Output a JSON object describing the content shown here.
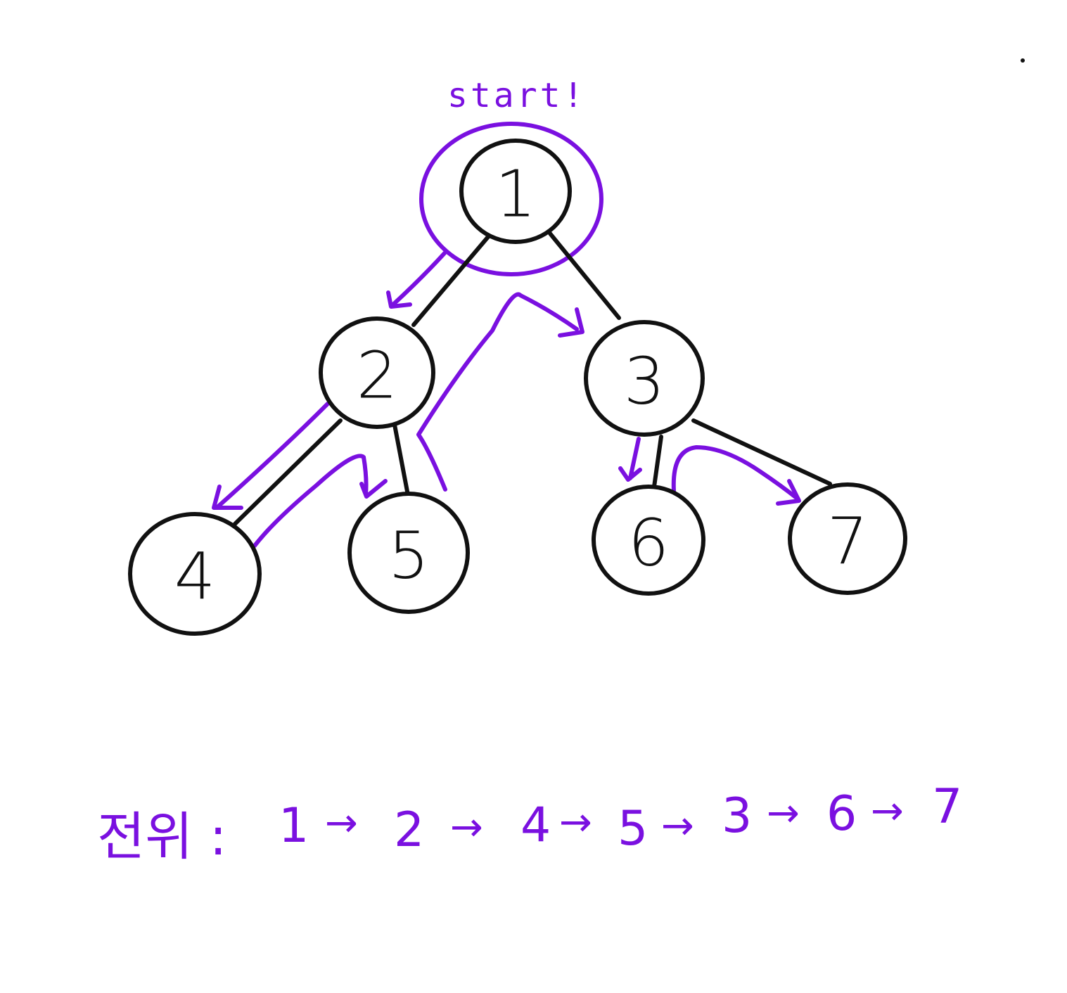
{
  "colors": {
    "ink": "#111111",
    "accent": "#7a10e0",
    "background": "#ffffff"
  },
  "start_label": "start!",
  "nodes": [
    {
      "id": "1",
      "label": "1"
    },
    {
      "id": "2",
      "label": "2"
    },
    {
      "id": "3",
      "label": "3"
    },
    {
      "id": "4",
      "label": "4"
    },
    {
      "id": "5",
      "label": "5"
    },
    {
      "id": "6",
      "label": "6"
    },
    {
      "id": "7",
      "label": "7"
    }
  ],
  "edges": [
    {
      "from": "1",
      "to": "2"
    },
    {
      "from": "1",
      "to": "3"
    },
    {
      "from": "2",
      "to": "4"
    },
    {
      "from": "2",
      "to": "5"
    },
    {
      "from": "3",
      "to": "6"
    },
    {
      "from": "3",
      "to": "7"
    }
  ],
  "traversal": {
    "label": "전위 :",
    "sequence": [
      "1",
      "2",
      "4",
      "5",
      "3",
      "6",
      "7"
    ],
    "arrow": "→"
  }
}
